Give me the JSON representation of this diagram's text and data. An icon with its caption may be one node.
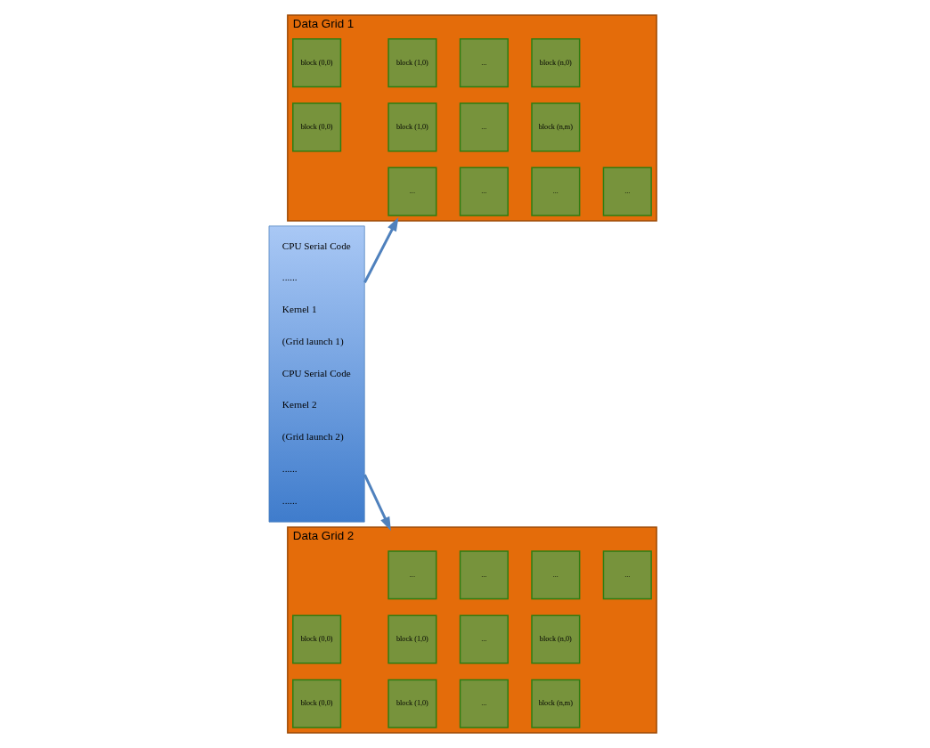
{
  "diagram": {
    "nodes": [
      {
        "text": [
          "CPU Serial Code",
          "......",
          "Kernel 1",
          "(Grid launch 1)",
          "CPU Serial Code",
          "Kernel 2",
          "(Grid launch 2)",
          "......",
          "......"
        ]
      },
      {
        "text": [
          "Data Grid 1"
        ]
      },
      {
        "text": [
          "block (0,0)"
        ],
        "in": 1
      },
      {
        "text": [
          "block (1,0)"
        ],
        "in": 1
      },
      {
        "text": [
          "..."
        ],
        "in": 1
      },
      {
        "text": [
          "block (n,0)"
        ],
        "in": 1
      },
      {
        "text": [
          "..."
        ],
        "in": 1
      },
      {
        "text": [
          "..."
        ],
        "in": 1
      },
      {
        "text": [
          "..."
        ],
        "in": 1
      },
      {
        "text": [
          "..."
        ],
        "in": 1
      },
      {
        "text": [
          "block (0,0)"
        ],
        "in": 1
      },
      {
        "text": [
          "block (1,0)"
        ],
        "in": 1
      },
      {
        "text": [
          "..."
        ],
        "in": 1
      },
      {
        "text": [
          "block (n,m)"
        ],
        "in": 1
      },
      {
        "text": [
          "Data Grid 2"
        ]
      },
      {
        "text": [
          "block (0,0)"
        ],
        "in": 14
      },
      {
        "text": [
          "block (1,0)"
        ],
        "in": 14
      },
      {
        "text": [
          "..."
        ],
        "in": 14
      },
      {
        "text": [
          "block (n,0)"
        ],
        "in": 14
      },
      {
        "text": [
          "..."
        ],
        "in": 14
      },
      {
        "text": [
          "..."
        ],
        "in": 14
      },
      {
        "text": [
          "..."
        ],
        "in": 14
      },
      {
        "text": [
          "..."
        ],
        "in": 14
      },
      {
        "text": [
          "block (0,0)"
        ],
        "in": 14
      },
      {
        "text": [
          "block (1,0)"
        ],
        "in": 14
      },
      {
        "text": [
          "..."
        ],
        "in": 14
      },
      {
        "text": [
          "block (n,m)"
        ],
        "in": 14
      }
    ],
    "edges": [
      {
        "from": 0,
        "to": 1,
        "arrow": "to"
      },
      {
        "from": 0,
        "to": 14,
        "arrow": "to"
      }
    ]
  }
}
